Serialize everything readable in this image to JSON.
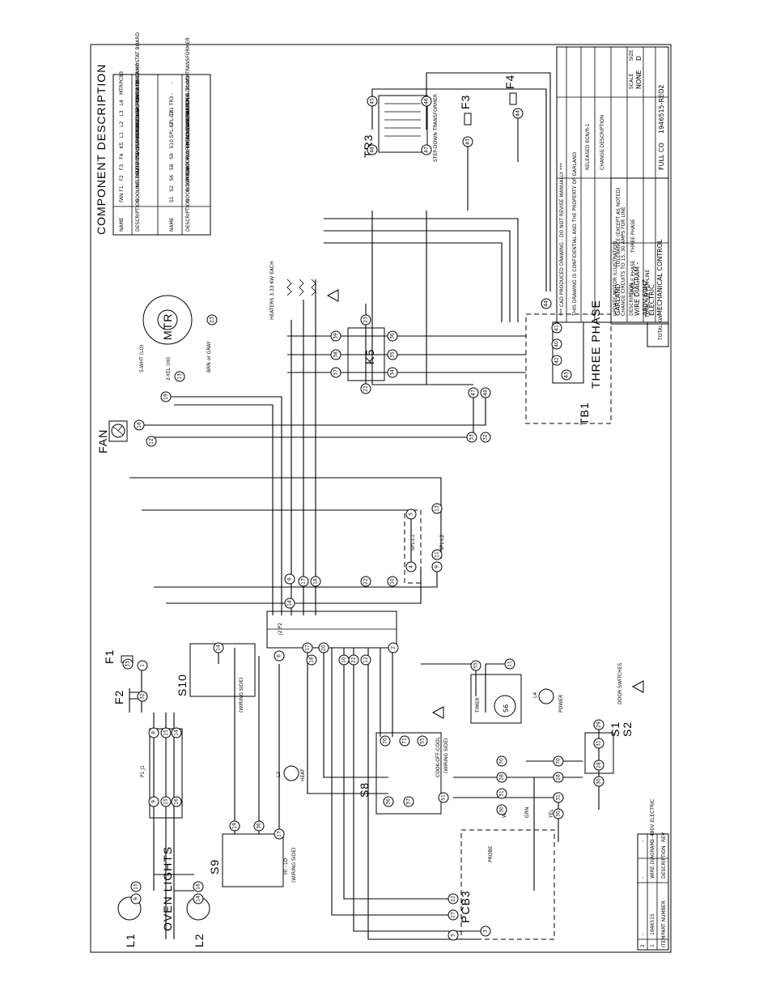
{
  "components": {
    "oven_lights": "OVEN LIGHTS",
    "l1": "L1",
    "l2": "L2",
    "f1": "F1",
    "f2": "F2",
    "s10": "S10",
    "s10_note": "(WIRING SIDE)",
    "s9": "S9",
    "s9_note": "HI - LO",
    "s9_note2": "(WIRING SIDE)",
    "l3": "L3",
    "l3_label": "HEAT",
    "s8": "S8",
    "s8_note": "COOK-OFF-COOL",
    "s8_note2": "(WIRING SIDE)",
    "pcb3": "PCB3",
    "s6": "S6",
    "timer": "TIMER",
    "l4": "L4",
    "l4_label": "POWER",
    "s1": "S1",
    "s2": "S2",
    "door_switches": "DOOR SWITCHES",
    "fan": "FAN",
    "mtr": "MTR",
    "k5": "K5",
    "heaters": "HEATERS 3.33 KW EACH",
    "tb1": "TB1",
    "three_phase": "THREE PHASE",
    "tr3": "TR3",
    "tr3_label": "STEP-DOWN TRANSFORMER",
    "f3": "F3",
    "f4": "F4",
    "j2p2": "J2 P2",
    "p1j1": "P1 J1",
    "brn_gray": "BRN or GRAY",
    "wht_lo": "5-WHT (LO)",
    "yel_hi": "2-YEL (HI)",
    "spl1": "SPL-L1",
    "spl2": "SPL-L2",
    "probe": "PROBE",
    "wht": "WHT",
    "grn": "GRN",
    "yel": "YEL"
  },
  "component_table": {
    "title": "COMPONENT DESCRIPTION",
    "headers": [
      "NAME",
      "DESCRIPTION",
      "NAME",
      "DESCRIPTION"
    ],
    "rows": [
      [
        "FAN",
        "COOLING FAN",
        "S1",
        "DOOR SWITCH"
      ],
      [
        "F1",
        "LINE 1 FUSE",
        "S2",
        "DOOR SWITCH"
      ],
      [
        "F2",
        "LINE 2 FUSE",
        "S6",
        "TIMER"
      ],
      [
        "F3",
        "TRANSFORMER FUSE",
        "S8",
        "COOK/OFF/COOL SWITCH"
      ],
      [
        "F4",
        "TRANSFORMER FUSE",
        "S9",
        "FAN SPEED SWITCH"
      ],
      [
        "K5",
        "ELEMENT CONTACTOR",
        "S10",
        "OVEN LIGHT SWITCH"
      ],
      [
        "L1",
        "OVEN LIGHT",
        "SPL-L1",
        "LINE 1 SPLICE"
      ],
      [
        "L2",
        "OVEN LIGHT",
        "SPL-L2",
        "LINE 2 SPLICE"
      ],
      [
        "L3",
        "HEAT ON LAMP",
        "TB1",
        "TERMINAL BLOCK"
      ],
      [
        "L4",
        "POWER ON LAMP",
        "TR3",
        "STEP-DOWN TRANSFORMER"
      ],
      [
        "MTR",
        "MOTOR",
        "-",
        "-"
      ],
      [
        "PCB3",
        "THERMOSTAT BOARD",
        "-",
        "-"
      ]
    ]
  },
  "title_block": {
    "company": "GARLAND",
    "tolerance": "TOLERANCE (EXCEPT AS NOTED)",
    "description_label": "DESCRIPTION",
    "description1": "WIRE DIAGRAM -",
    "description2": "480V 60HZ",
    "description3": "ELECTRIC",
    "description4": "MECHANICAL CONTROL",
    "drawing_number": "1946515-REO2",
    "scale_label": "SCALE",
    "scale_value": "NONE",
    "size_label": "SIZE",
    "size_value": "D",
    "file_name": "FULL CO",
    "warning1": "*** CAD PRODUCED DRAWING - DO NOT REVISE MANUALLY ***",
    "warning2": "THIS DRAWING IS CONFIDENTIAL AND THE PROPERTY OF GARLAND",
    "change_description": "CHANGE DESCRIPTION",
    "released": "RELEASED ECN/R-1",
    "update": "UPDATE MOTOR ILLUSTRATION",
    "change": "CHANGE CIRCUITS TO 15, 30 AMPS FOR LINE",
    "total_kw": "TOTAL KW",
    "per_line": "TOTAL KW PER LINE",
    "three_phase": "THREE PHASE",
    "single_phase": "SINGLE PHASE"
  },
  "parts_list": {
    "headers": [
      "ITEM",
      "PART NUMBER",
      "DESCRIPTION",
      "REV"
    ],
    "rows": [
      [
        "1",
        "1946515",
        "WIRE DIAGRAM - 480V ELECTRIC",
        "2"
      ],
      [
        "2",
        "-",
        "-",
        "-"
      ]
    ]
  }
}
